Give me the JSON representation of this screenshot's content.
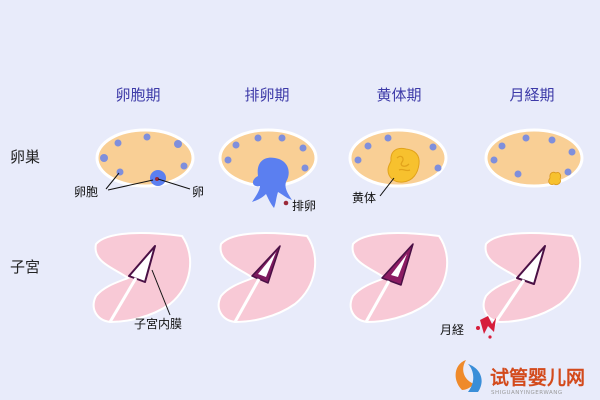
{
  "phases": [
    "卵胞期",
    "排卵期",
    "黄体期",
    "月経期"
  ],
  "rows": {
    "ovary": "卵巣",
    "uterus": "子宮"
  },
  "annotations": {
    "follicle": "卵胞",
    "egg": "卵",
    "ovulation": "排卵",
    "corpus_luteum": "黄体",
    "endometrium": "子宮内膜",
    "menstruation": "月経"
  },
  "watermark": {
    "text": "试管婴儿网",
    "sub": "SHIGUANYINGERWANG"
  },
  "colors": {
    "background": "#e8ebfa",
    "ovary_fill": "#f9cf95",
    "follicle": "#7f8fdc",
    "follicle_large": "#5b7ff0",
    "corpus_luteum": "#f7c12e",
    "uterus": "#f8c9d6",
    "endometrium": "#7c1a5e",
    "blood": "#d61d3b",
    "title_text": "#3d3aa8"
  }
}
